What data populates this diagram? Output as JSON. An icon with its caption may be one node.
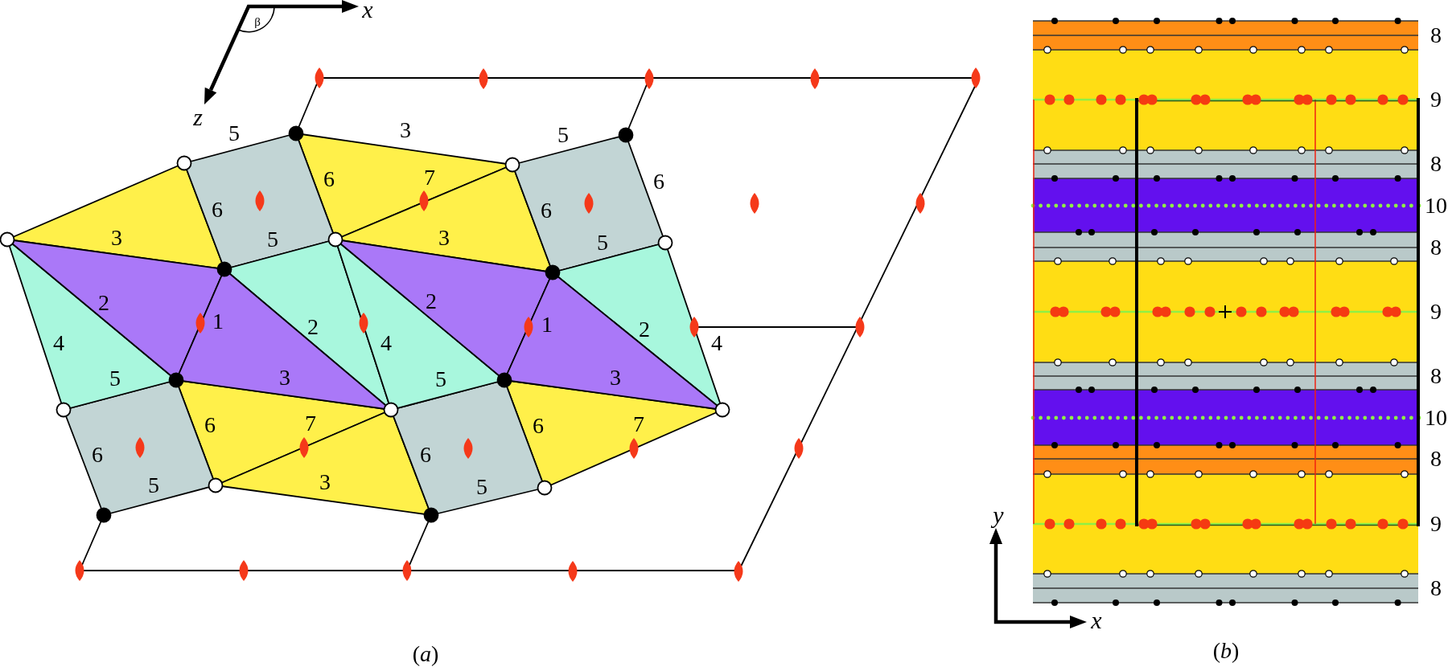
{
  "diagram": {
    "labels": [
      "x",
      "β",
      "z",
      "5",
      "3",
      "5",
      "6",
      "7",
      "6",
      "6",
      "6",
      "3",
      "5",
      "3",
      "5",
      "2",
      "2",
      "1",
      "2",
      "1",
      "2",
      "4",
      "4",
      "4",
      "5",
      "3",
      "5",
      "3",
      "6",
      "7",
      "6",
      "7",
      "6",
      "6",
      "5",
      "3",
      "5",
      "(*a*)",
      "8",
      "9",
      "8",
      "10",
      "8",
      "9",
      "8",
      "10",
      "8",
      "9",
      "8",
      "y",
      "x",
      "(*b*)"
    ]
  }
}
